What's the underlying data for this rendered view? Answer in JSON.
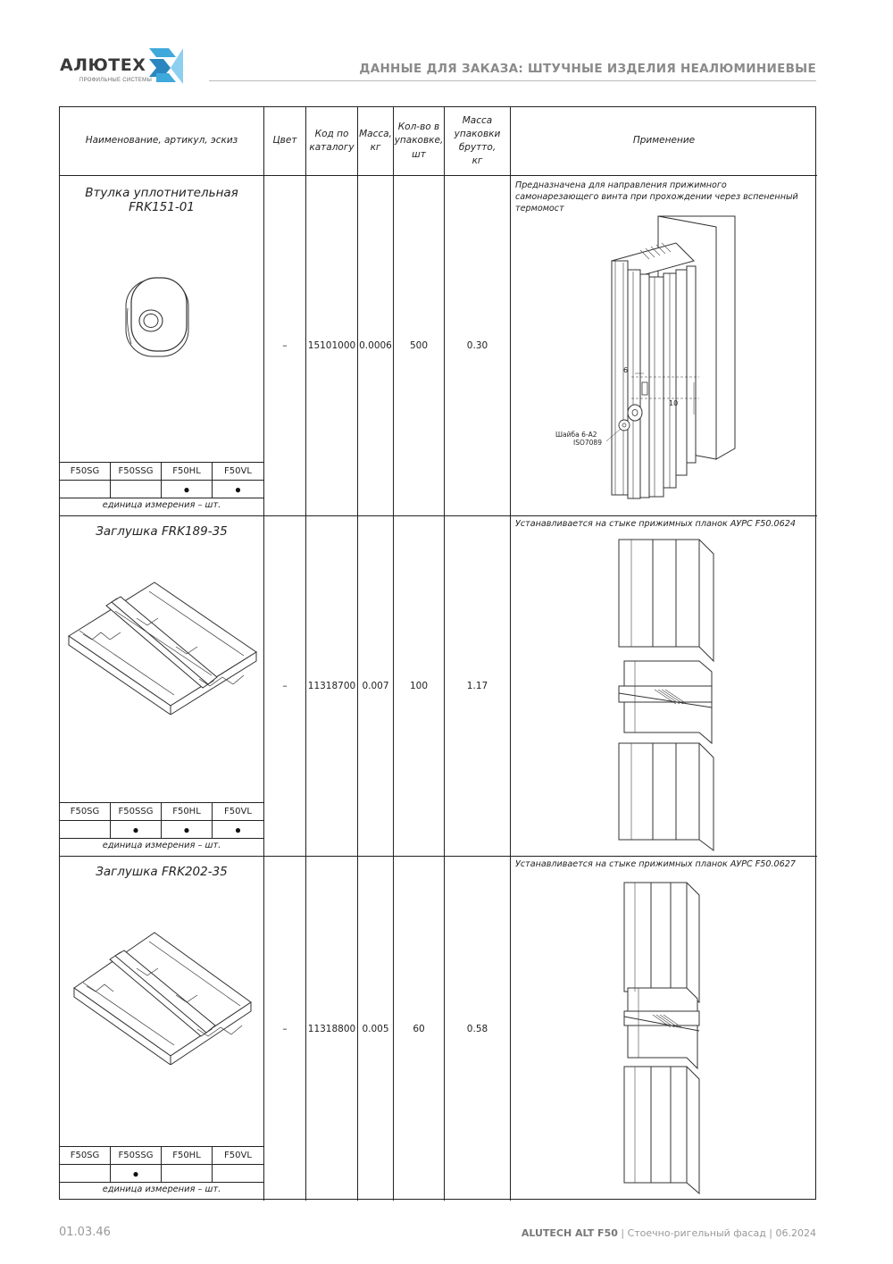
{
  "header": {
    "logo_text": "АЛЮТЕХ",
    "logo_sub": "ПРОФИЛЬНЫЕ СИСТЕМЫ",
    "title": "ДАННЫЕ ДЛЯ ЗАКАЗА: ШТУЧНЫЕ ИЗДЕЛИЯ НЕАЛЮМИНИЕВЫЕ",
    "brand_color": "#3fa9dc"
  },
  "table": {
    "headers": {
      "name": "Наименование, артикул, эскиз",
      "color": "Цвет",
      "code": "Код по\nкаталогу",
      "mass": "Масса,\nкг",
      "qty": "Кол-во в\nупаковке,\nшт",
      "gross": "Масса\nупаковки\nбрутто,\nкг",
      "application": "Применение"
    },
    "systems": [
      "F50SG",
      "F50SSG",
      "F50HL",
      "F50VL"
    ],
    "unit_label": "единица измерения – шт.",
    "rows": [
      {
        "name": "Втулка уплотнительная FRK151-01",
        "color": "–",
        "code": "15101000",
        "mass": "0.0006",
        "qty": "500",
        "gross": "0.30",
        "application": "Предназначена для направления прижимного самонарезающего винта  при прохождении через вспененный термомост",
        "marks": [
          "",
          "",
          "●",
          "●"
        ],
        "drawing_labels": {
          "dim_a": "6",
          "dim_b": "10",
          "washer_1": "Шайба 6-А2",
          "washer_2": "ISO7089"
        }
      },
      {
        "name": "Заглушка FRK189-35",
        "color": "–",
        "code": "11318700",
        "mass": "0.007",
        "qty": "100",
        "gross": "1.17",
        "application": "Устанавливается на стыке прижимных планок  АУРС F50.0624",
        "marks": [
          "",
          "●",
          "●",
          "●"
        ]
      },
      {
        "name": "Заглушка FRK202-35",
        "color": "–",
        "code": "11318800",
        "mass": "0.005",
        "qty": "60",
        "gross": "0.58",
        "application": "Устанавливается на стыке прижимных планок  АУРС F50.0627",
        "marks": [
          "",
          "●",
          "",
          ""
        ]
      }
    ]
  },
  "footer": {
    "page": "01.03.46",
    "brand": "ALUTECH ALT F50",
    "description": "| Стоечно-ригельный фасад | 06.2024"
  }
}
